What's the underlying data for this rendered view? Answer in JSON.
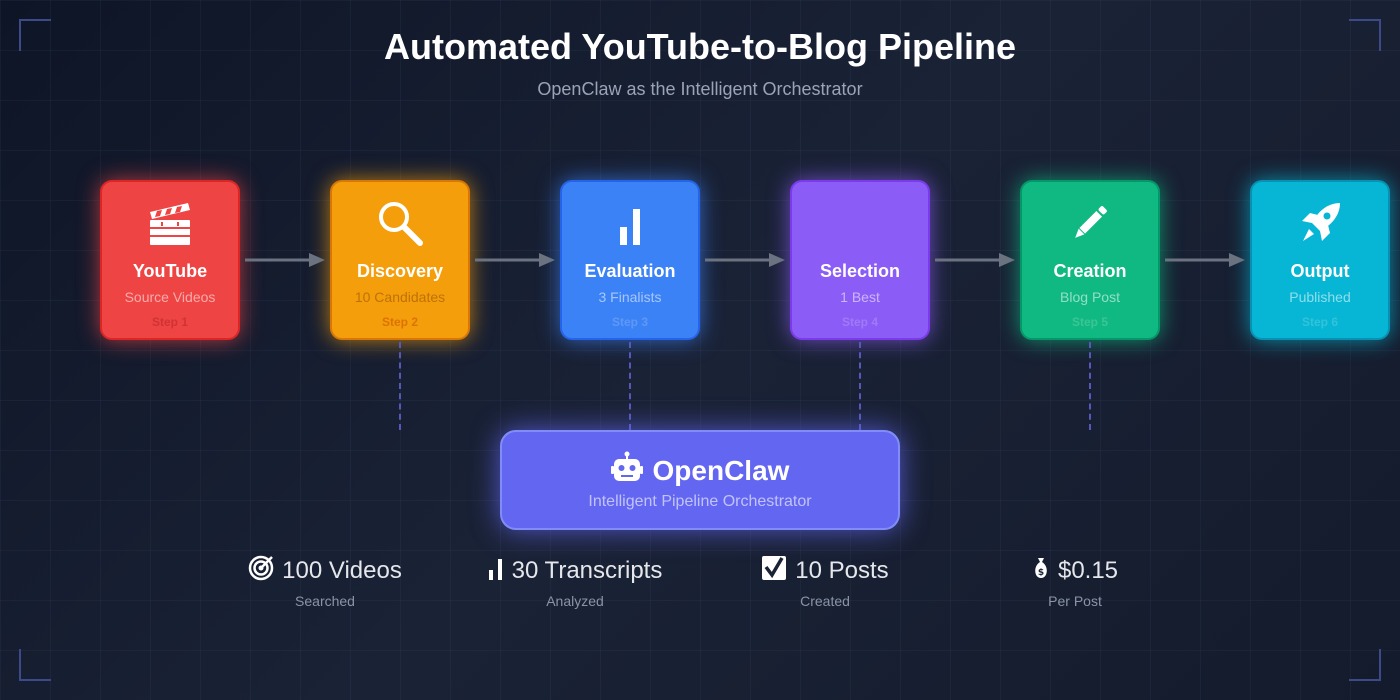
{
  "header": {
    "title": "Automated YouTube-to-Blog Pipeline",
    "subtitle": "OpenClaw as the Intelligent Orchestrator"
  },
  "stages": [
    {
      "name": "YouTube",
      "desc": "Source Videos",
      "step": "Step 1",
      "icon": "clapperboard-icon",
      "color": "#ef4444"
    },
    {
      "name": "Discovery",
      "desc": "10 Candidates",
      "step": "Step 2",
      "icon": "magnifier-icon",
      "color": "#f59e0b"
    },
    {
      "name": "Evaluation",
      "desc": "3 Finalists",
      "step": "Step 3",
      "icon": "bar-chart-icon",
      "color": "#3b82f6"
    },
    {
      "name": "Selection",
      "desc": "1 Best",
      "step": "Step 4",
      "icon": "none",
      "color": "#8b5cf6"
    },
    {
      "name": "Creation",
      "desc": "Blog Post",
      "step": "Step 5",
      "icon": "pencil-icon",
      "color": "#10b981"
    },
    {
      "name": "Output",
      "desc": "Published",
      "step": "Step 6",
      "icon": "rocket-icon",
      "color": "#06b6d4"
    }
  ],
  "orchestrator": {
    "name": "OpenClaw",
    "desc": "Intelligent Pipeline Orchestrator",
    "icon": "robot-icon",
    "color": "#6366f1"
  },
  "stats": [
    {
      "value": "100 Videos",
      "label": "Searched",
      "icon": "target-icon"
    },
    {
      "value": "30 Transcripts",
      "label": "Analyzed",
      "icon": "bar-chart-icon"
    },
    {
      "value": "10 Posts",
      "label": "Created",
      "icon": "checkbox-icon"
    },
    {
      "value": "$0.15",
      "label": "Per Post",
      "icon": "money-bag-icon"
    }
  ]
}
